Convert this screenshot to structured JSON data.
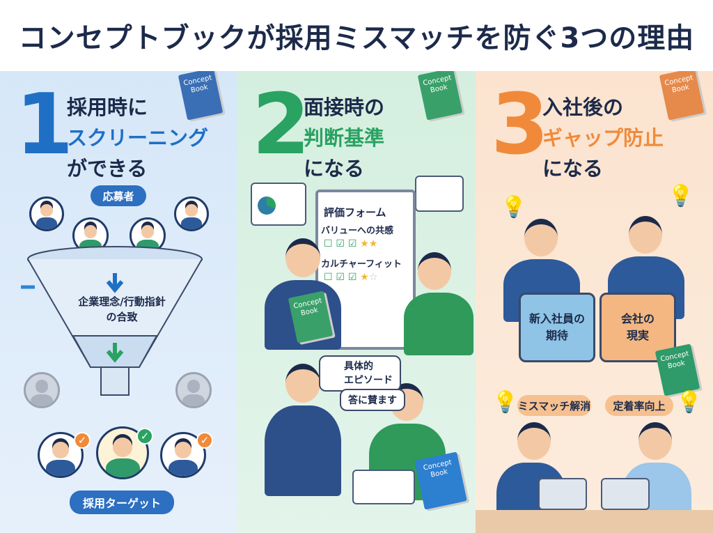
{
  "title": "コンセプトブックが採用ミスマッチを防ぐ3つの理由",
  "colors": {
    "blue": "#1f6fc5",
    "green": "#2aa262",
    "orange": "#f08a3a",
    "navy": "#1c2a4a"
  },
  "book_label": "Concept Book",
  "panels": [
    {
      "number": "1",
      "heading": [
        "採用時に",
        "スクリーニング",
        "ができる"
      ],
      "applicants_label": "応募者",
      "funnel_label": "企業理念/行動指針\nの合致",
      "target_label": "採用ターゲット"
    },
    {
      "number": "2",
      "heading": [
        "面接時の",
        "判断基準",
        "になる"
      ],
      "form": {
        "title": "評価フォーム",
        "item1": "バリューへの共感",
        "item2": "カルチャーフィット"
      },
      "bubble1": "具体的\nエピソード",
      "bubble2": "答に賛ます"
    },
    {
      "number": "3",
      "heading": [
        "入社後の",
        "ギャップ防止",
        "になる"
      ],
      "puzzle_left": "新入社員の\n期待",
      "puzzle_right": "会社の\n現実",
      "tag1": "ミスマッチ解消",
      "tag2": "定着率向上"
    }
  ]
}
